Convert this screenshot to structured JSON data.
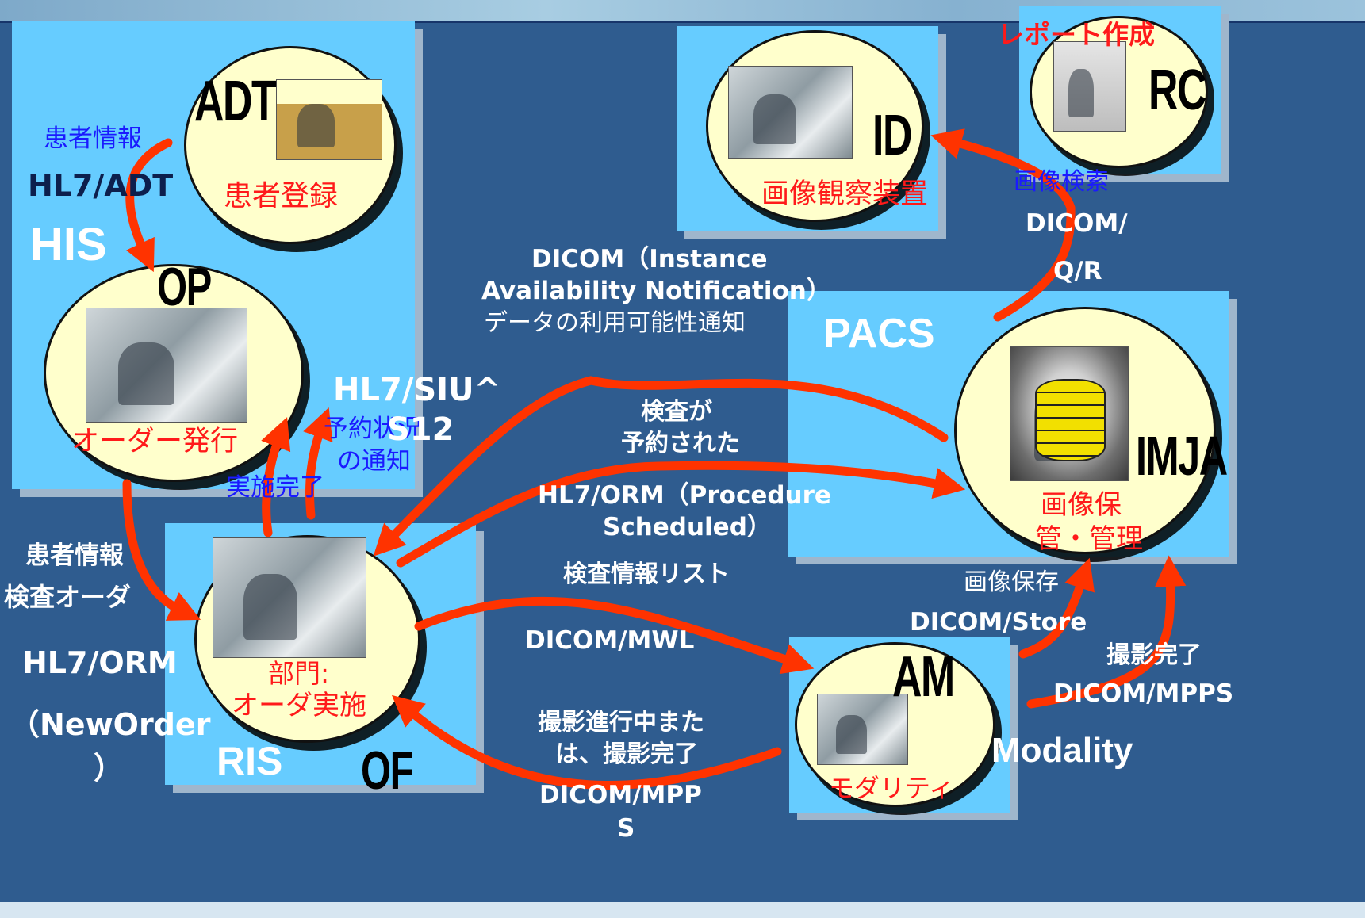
{
  "colors": {
    "background": "#2f5c8f",
    "box": "#66ccff",
    "circle": "#ffffcc",
    "arrow": "#ff3300"
  },
  "systems": {
    "his": "HIS",
    "ris": "RIS",
    "pacs": "PACS",
    "modality": "Modality"
  },
  "actors": {
    "adt": {
      "abbr": "ADT",
      "name": "患者登録"
    },
    "op": {
      "abbr": "OP",
      "name": "オーダー発行"
    },
    "of": {
      "abbr": "OF",
      "name_line1": "部門:",
      "name_line2": "オーダ実施"
    },
    "id": {
      "abbr": "ID",
      "name": "画像観察装置"
    },
    "rc": {
      "abbr": "RC",
      "name": "レポート作成"
    },
    "imja": {
      "abbr": "IMJA",
      "name_line1": "画像保",
      "name_line2": "管・管理"
    },
    "am": {
      "abbr": "AM",
      "name": "モダリティ"
    }
  },
  "messages": {
    "adt_op": {
      "line1": "患者情報",
      "line2": "HL7/ADT"
    },
    "op_of": {
      "line1": "患者情報",
      "line2": "検査オーダ",
      "line3": "HL7/ORM",
      "line4": "（NewOrder",
      "line5": "）"
    },
    "of_op_done": "実施完了",
    "siu": {
      "line1": "HL7/SIU^",
      "line2": "S12",
      "line3": "予約状況",
      "line4": "の通知"
    },
    "ian": {
      "line1": "DICOM（Instance",
      "line2": "Availability Notification）",
      "line3": "データの利用可能性通知"
    },
    "scheduled": {
      "line1": "検査が",
      "line2": "予約された",
      "line3": "HL7/ORM（Procedure",
      "line4": "Scheduled）"
    },
    "mwl": {
      "line1": "検査情報リスト",
      "line2": "DICOM/MWL"
    },
    "mpps_of": {
      "line1": "撮影進行中また",
      "line2": "は、撮影完了",
      "line3": "DICOM/MPP",
      "line4": "S"
    },
    "query": {
      "line1": "画像検索",
      "line2": "DICOM/",
      "line3": "Q/R"
    },
    "store": {
      "line1": "画像保存",
      "line2": "DICOM/Store"
    },
    "mpps_imja": {
      "line1": "撮影完了",
      "line2": "DICOM/MPPS"
    }
  }
}
